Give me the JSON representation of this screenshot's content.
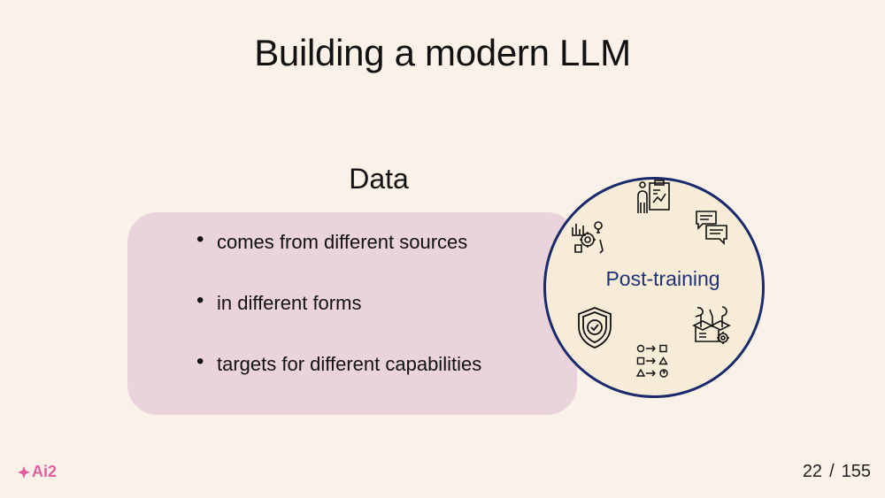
{
  "slide": {
    "title": "Building a modern LLM",
    "section_heading": "Data",
    "bullets": [
      "comes from different sources",
      "in different forms",
      "targets for different capabilities"
    ],
    "circle_label": "Post-training",
    "icons": [
      "presentation-icon",
      "chat-bubbles-icon",
      "tools-box-icon",
      "shape-mapping-icon",
      "shield-check-icon",
      "analytics-gear-icon"
    ]
  },
  "footer": {
    "logo_text": "Ai2",
    "page_current": "22",
    "page_total": "155",
    "page_separator": "/"
  },
  "colors": {
    "background": "#faf1e8",
    "data_box": "#ebd3dc",
    "circle_fill": "#f6ecd7",
    "circle_border": "#1a2a6c",
    "circle_label": "#1f3178",
    "logo": "#e0609f"
  }
}
